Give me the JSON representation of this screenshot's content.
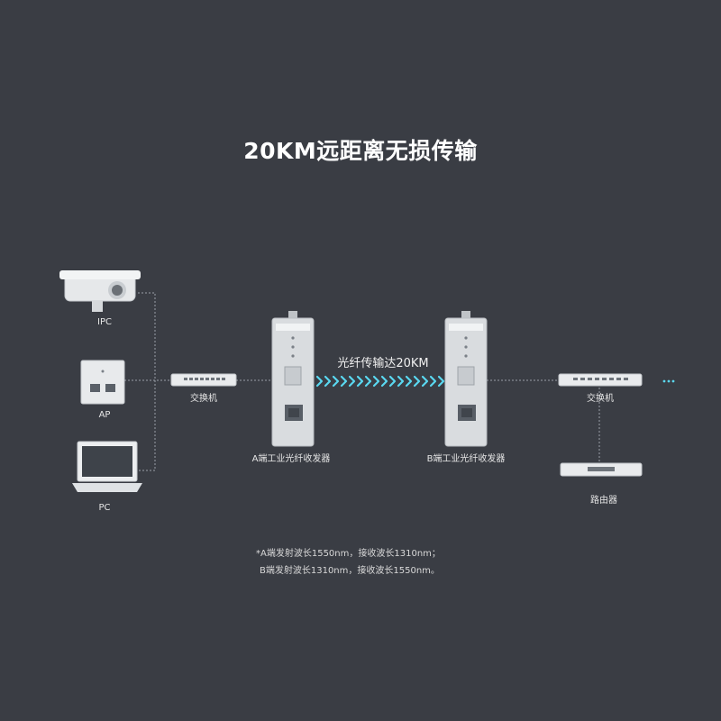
{
  "title": "20KM远距离无损传输",
  "devices": {
    "ipc": "IPC",
    "ap": "AP",
    "pc": "PC",
    "switch_left": "交换机",
    "converter_a": "A端工业光纤收发器",
    "converter_b": "B端工业光纤收发器",
    "switch_right": "交换机",
    "router": "路由器"
  },
  "link": {
    "label": "光纤传输达20KM"
  },
  "notes": [
    "*A端发射波长1550nm，接收波长1310nm；",
    "B端发射波长1310nm，接收波长1550nm。"
  ],
  "colors": {
    "background": "#3a3d44",
    "fiber": "#5ad8f0",
    "line": "#9aa0a8"
  }
}
